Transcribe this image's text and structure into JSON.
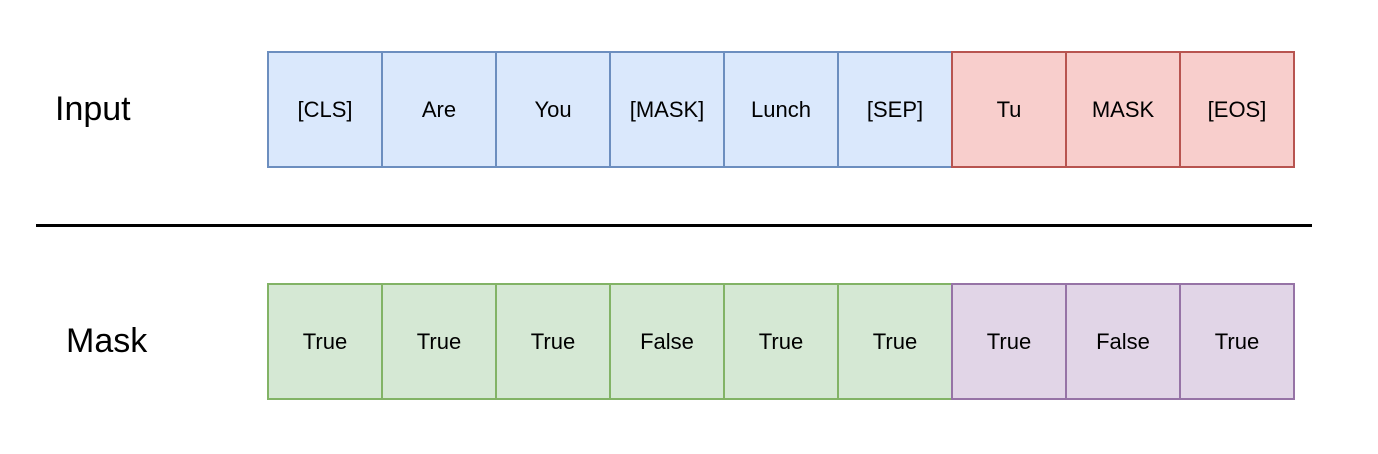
{
  "labels": {
    "input": "Input",
    "mask": "Mask"
  },
  "input_tokens": [
    {
      "text": "[CLS]",
      "segment": "source"
    },
    {
      "text": "Are",
      "segment": "source"
    },
    {
      "text": "You",
      "segment": "source"
    },
    {
      "text": "[MASK]",
      "segment": "source"
    },
    {
      "text": "Lunch",
      "segment": "source"
    },
    {
      "text": "[SEP]",
      "segment": "source"
    },
    {
      "text": "Tu",
      "segment": "target"
    },
    {
      "text": "MASK",
      "segment": "target"
    },
    {
      "text": "[EOS]",
      "segment": "target"
    }
  ],
  "mask_values": [
    {
      "text": "True",
      "segment": "source"
    },
    {
      "text": "True",
      "segment": "source"
    },
    {
      "text": "True",
      "segment": "source"
    },
    {
      "text": "False",
      "segment": "source"
    },
    {
      "text": "True",
      "segment": "source"
    },
    {
      "text": "True",
      "segment": "source"
    },
    {
      "text": "True",
      "segment": "target"
    },
    {
      "text": "False",
      "segment": "target"
    },
    {
      "text": "True",
      "segment": "target"
    }
  ],
  "colors": {
    "input_source_fill": "#dae8fc",
    "input_source_stroke": "#6c8ebf",
    "input_target_fill": "#f8cecc",
    "input_target_stroke": "#b85450",
    "mask_source_fill": "#d5e8d4",
    "mask_source_stroke": "#82b366",
    "mask_target_fill": "#e1d5e7",
    "mask_target_stroke": "#9673a6"
  }
}
